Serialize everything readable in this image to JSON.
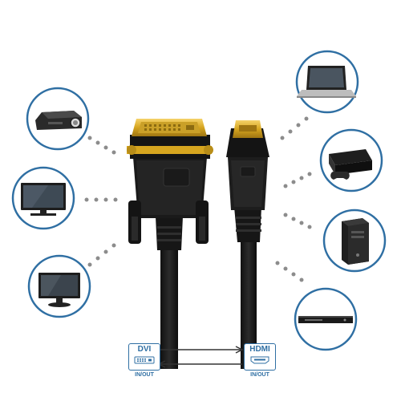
{
  "diagram": {
    "left_badge": {
      "title": "DVI",
      "subtitle": "IN/OUT"
    },
    "right_badge": {
      "title": "HDMI",
      "subtitle": "IN/OUT"
    }
  },
  "colors": {
    "circle_stroke": "#2f6fa3",
    "dots": "#8c8c8c",
    "cable": "#1b1b1b",
    "gold": "#d4a41c"
  }
}
